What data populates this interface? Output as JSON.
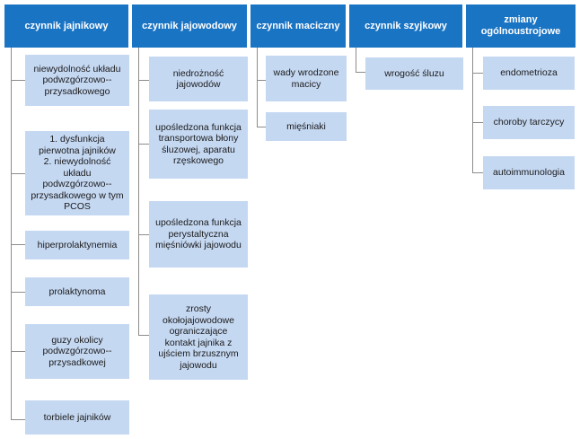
{
  "columns": [
    {
      "header": "czynnik jajnikowy",
      "items": [
        "niewydolność układu podwzgórzowo--przysadkowego",
        "1. dysfunkcja pierwotna jajników\n2. niewydolność układu podwzgórzowo--przysadkowego w tym PCOS",
        "hiperprolaktynemia",
        "prolaktynoma",
        "guzy okolicy podwzgórzowo--przysadkowej",
        "torbiele jajników"
      ]
    },
    {
      "header": "czynnik jajowodowy",
      "items": [
        "niedrożność jajowodów",
        "upośledzona funkcja transportowa błony śluzowej, aparatu rzęskowego",
        "upośledzona funkcja perystaltyczna mięśniówki jajowodu",
        "zrosty okołojajowodowe ograniczające kontakt jajnika z ujściem brzusznym jajowodu"
      ]
    },
    {
      "header": "czynnik maciczny",
      "items": [
        "wady wrodzone macicy",
        "mięśniaki"
      ]
    },
    {
      "header": "czynnik szyjkowy",
      "items": [
        "wrogość śluzu"
      ]
    },
    {
      "header": "zmiany ogólnoustrojowe",
      "items": [
        "endometrioza",
        "choroby tarczycy",
        "autoimmunologia"
      ]
    }
  ],
  "colors": {
    "header_bg": "#1a74c4",
    "header_text": "#ffffff",
    "box_bg": "#c5d8f2",
    "box_text": "#1a1a1a",
    "connector": "#8c8c8c"
  }
}
